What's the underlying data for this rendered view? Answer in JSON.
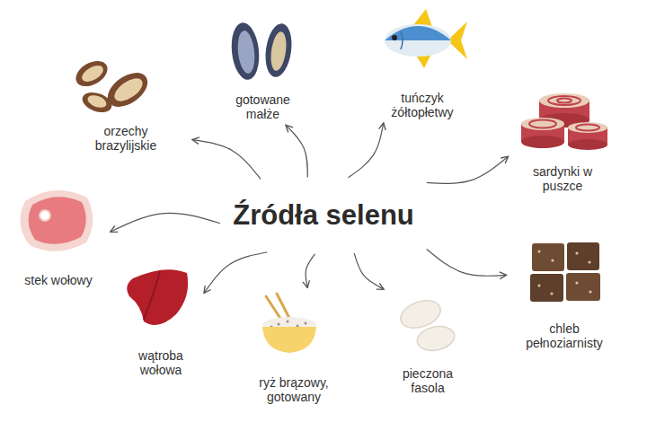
{
  "diagram": {
    "nodes": [
      {
        "text": [
          "Źródła selenu"
        ]
      },
      {
        "text": [
          "orzechy brazylijskie"
        ]
      },
      {
        "text": [
          "gotowane małże"
        ]
      },
      {
        "text": [
          "tuńczyk żółtopłetwy"
        ]
      },
      {
        "text": [
          "sardynki w puszce"
        ]
      },
      {
        "text": [
          "stek wołowy"
        ]
      },
      {
        "text": [
          "wątroba wołowa"
        ]
      },
      {
        "text": [
          "ryż brązowy, gotowany"
        ]
      },
      {
        "text": [
          "pieczona fasola"
        ]
      },
      {
        "text": [
          "chleb pełnoziarnisty"
        ]
      }
    ],
    "edges": [
      {
        "from": 0,
        "to": 1,
        "arrow": "to"
      },
      {
        "from": 0,
        "to": 2,
        "arrow": "to"
      },
      {
        "from": 0,
        "to": 3,
        "arrow": "to"
      },
      {
        "from": 0,
        "to": 4,
        "arrow": "to"
      },
      {
        "from": 0,
        "to": 5,
        "arrow": "to"
      },
      {
        "from": 0,
        "to": 6,
        "arrow": "to"
      },
      {
        "from": 0,
        "to": 7,
        "arrow": "to"
      },
      {
        "from": 0,
        "to": 8,
        "arrow": "to"
      },
      {
        "from": 0,
        "to": 9,
        "arrow": "to"
      }
    ]
  }
}
